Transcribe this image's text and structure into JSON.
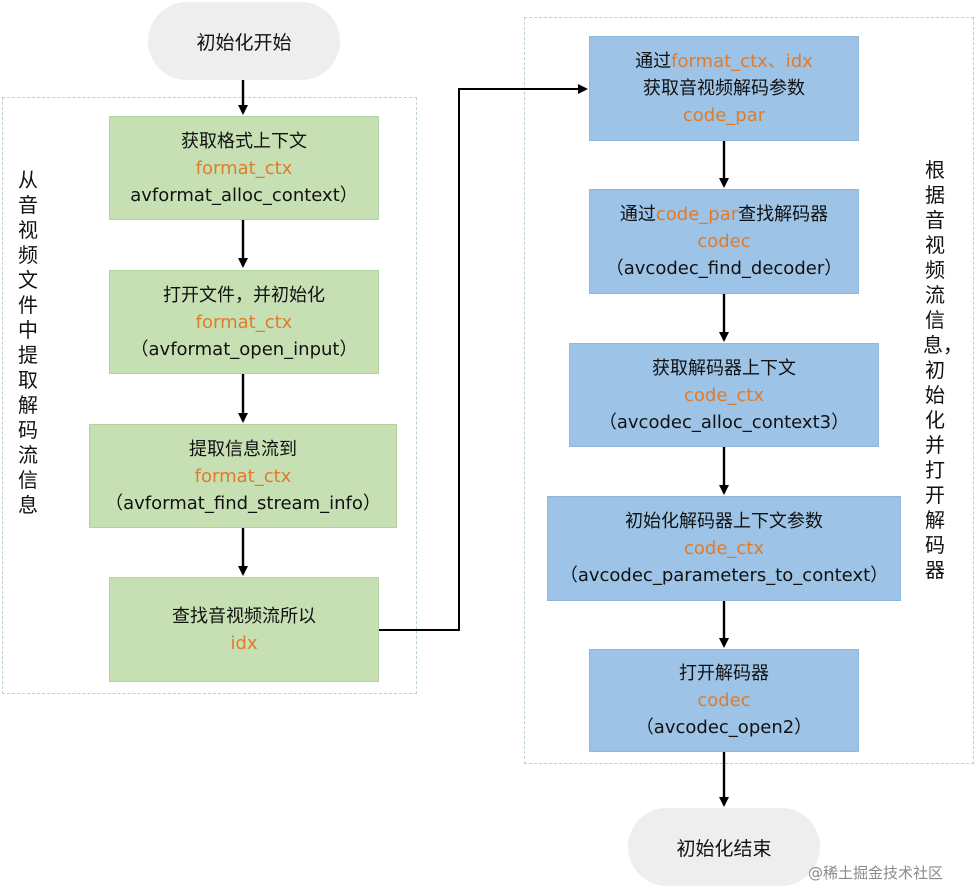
{
  "start": "初始化开始",
  "end": "初始化结束",
  "left_group_label": "从音视频文件中提取解码流信息",
  "right_group_label": "根据音视频流信息，初始化并打开解码器",
  "left_steps": [
    {
      "title": "获取格式上下文",
      "var": "format_ctx",
      "func": "avformat_alloc_context）"
    },
    {
      "title": "打开文件，并初始化",
      "var": "format_ctx",
      "func": "（avformat_open_input）"
    },
    {
      "title": "提取信息流到",
      "var": "format_ctx",
      "func": "（avformat_find_stream_info）"
    },
    {
      "title": "查找音视频流所以",
      "var": "idx",
      "func": ""
    }
  ],
  "right_steps": [
    {
      "title_prefix": "通过",
      "title_var": "format_ctx、idx",
      "title_suffix": "",
      "line2": "获取音视频解码参数",
      "var": "code_par"
    },
    {
      "title_prefix": "通过",
      "title_var": "code_par",
      "title_suffix": "查找解码器",
      "var": "codec",
      "func": "（avcodec_find_decoder）"
    },
    {
      "title": "获取解码器上下文",
      "var": "code_ctx",
      "func": "（avcodec_alloc_context3）"
    },
    {
      "title": "初始化解码器上下文参数",
      "var": "code_ctx",
      "func": "（avcodec_parameters_to_context）"
    },
    {
      "title": "打开解码器",
      "var": "codec",
      "func": "（avcodec_open2）"
    }
  ],
  "watermark": "@稀土掘金技术社区",
  "colors": {
    "green_box": "#c6e0b4",
    "blue_box": "#9dc3e6",
    "terminal": "#eeeeee",
    "variable_text": "#e07b2a",
    "group_border": "#b9d3c9"
  }
}
